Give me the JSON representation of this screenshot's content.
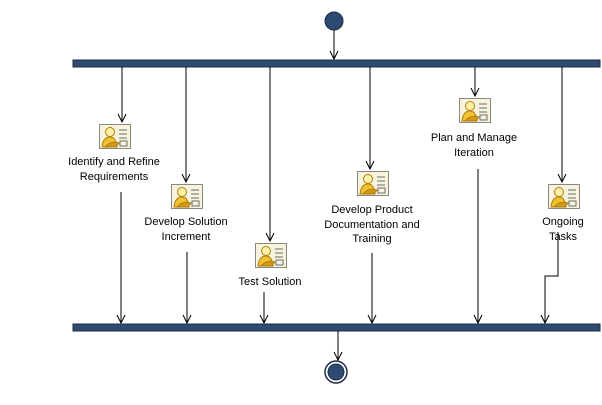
{
  "colors": {
    "bar_fill": "#2f4a6e",
    "node_fill": "#2d4b71",
    "line": "#000000",
    "icon_sheet": "#f7f3dc",
    "icon_figure": "#f1c230",
    "icon_figure_shade": "#d49a17",
    "icon_head": "#fff2a8"
  },
  "diagram": {
    "type": "uml-activity-diagram",
    "initial_node": "initial-node",
    "fork_bar": "fork-bar",
    "join_bar": "join-bar",
    "final_node": "activity-final-node",
    "activities": [
      {
        "id": "identify-refine-requirements",
        "label": "Identify and Refine\nRequirements",
        "icon": "task-descriptor-icon"
      },
      {
        "id": "develop-solution-increment",
        "label": "Develop Solution\nIncrement",
        "icon": "task-descriptor-icon"
      },
      {
        "id": "test-solution",
        "label": "Test Solution",
        "icon": "task-descriptor-icon"
      },
      {
        "id": "develop-product-documentation",
        "label": "Develop Product\nDocumentation and\nTraining",
        "icon": "task-descriptor-icon"
      },
      {
        "id": "plan-manage-iteration",
        "label": "Plan and Manage\nIteration",
        "icon": "task-descriptor-icon"
      },
      {
        "id": "ongoing-tasks",
        "label": "Ongoing Tasks",
        "icon": "task-descriptor-icon"
      }
    ]
  }
}
